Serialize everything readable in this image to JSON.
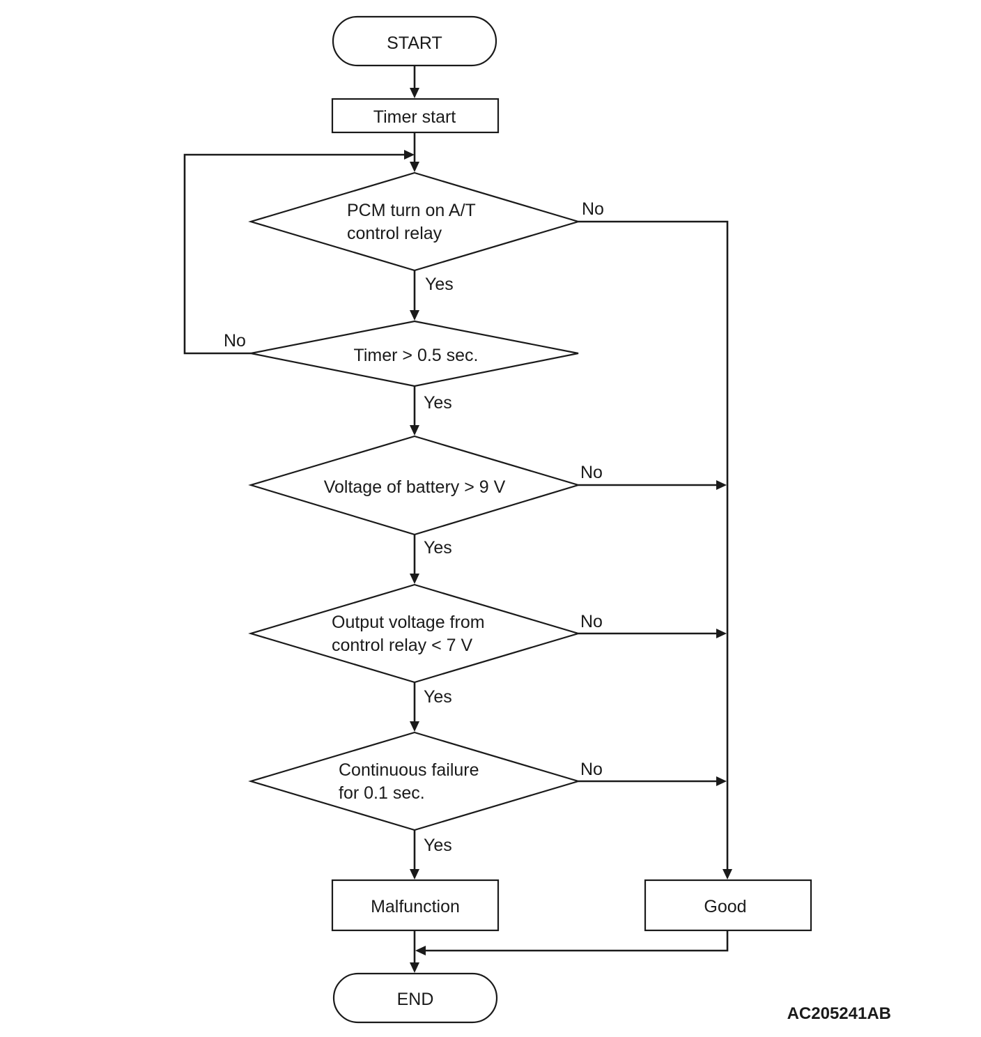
{
  "flowchart": {
    "start": "START",
    "timer_start": "Timer start",
    "decision_relay": {
      "line1": "PCM turn on A/T",
      "line2": "control relay"
    },
    "decision_timer": "Timer > 0.5 sec.",
    "decision_battery": "Voltage of battery > 9 V",
    "decision_output": {
      "line1": "Output voltage from",
      "line2": "control relay < 7 V"
    },
    "decision_continuous": {
      "line1": "Continuous failure",
      "line2": "for 0.1 sec."
    },
    "malfunction": "Malfunction",
    "good": "Good",
    "end": "END",
    "yes_label": "Yes",
    "no_label": "No"
  },
  "figure_id": "AC205241AB"
}
